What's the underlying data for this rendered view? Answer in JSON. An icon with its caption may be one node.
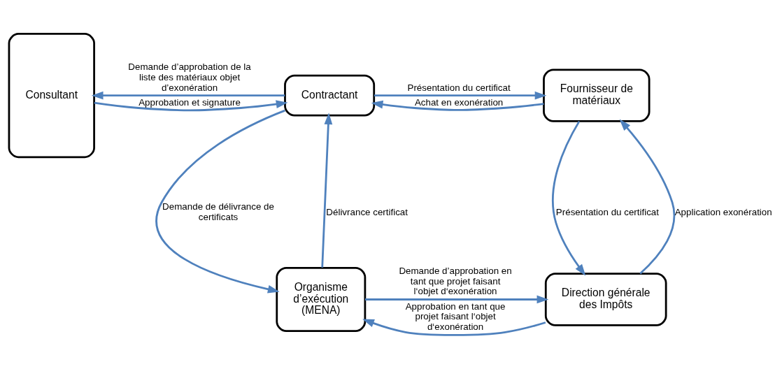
{
  "diagram": {
    "nodes": [
      {
        "text": [
          "Consultant"
        ]
      },
      {
        "text": [
          "Contractant"
        ]
      },
      {
        "text": [
          "Fournisseur de matériaux"
        ]
      },
      {
        "text": [
          "Organisme d’exécution",
          "(MENA)"
        ]
      },
      {
        "text": [
          "Direction générale des Impôts"
        ]
      }
    ],
    "edges": [
      {
        "from": 1,
        "to": 0,
        "arrow": "to",
        "label": "Demande d’approbation de la liste des matériaux objet d’exonération"
      },
      {
        "from": 0,
        "to": 1,
        "arrow": "to",
        "label": "Approbation et signature"
      },
      {
        "from": 2,
        "to": 1,
        "arrow": "to",
        "label": "Achat en exonération"
      },
      {
        "from": 1,
        "to": 2,
        "arrow": "to",
        "label": "Présentation du certificat"
      },
      {
        "from": 1,
        "to": 3,
        "arrow": "to",
        "label": "Demande de délivrance de certificats"
      },
      {
        "from": 3,
        "to": 1,
        "arrow": "to",
        "label": "Délivrance certificat"
      },
      {
        "from": 2,
        "to": 4,
        "arrow": "to",
        "label": "Présentation du certificat"
      },
      {
        "from": 4,
        "to": 2,
        "arrow": "to",
        "label": "Application exonération"
      },
      {
        "from": 4,
        "to": 3,
        "arrow": "to",
        "label": "Approbation en tant que projet faisant l‘objet d‘exonération"
      },
      {
        "from": 3,
        "to": 4,
        "arrow": "to",
        "label": "Demande d’approbation en tant que projet faisant l‘objet d‘exonération"
      }
    ]
  }
}
